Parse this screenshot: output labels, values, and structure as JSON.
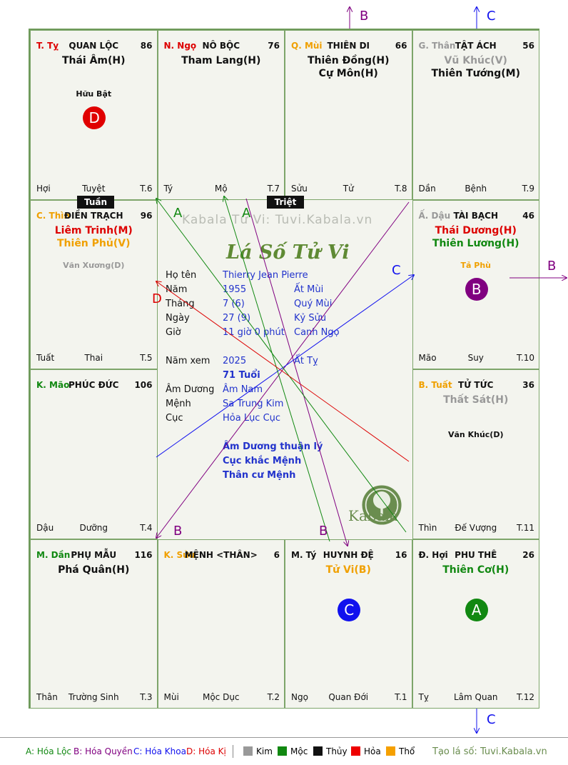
{
  "watermark": "Kabala Tử Vi: Tuvi.Kabala.vn",
  "logo_title": "Lá Số Tử Vi",
  "kabala_logo_text": "Kabala",
  "tags": {
    "tuan": "Tuần",
    "triet": "Triệt"
  },
  "palaces": {
    "ty_top": {
      "branch": "T. Tỵ",
      "branch_color": "#dd0000",
      "name": "QUAN LỘC",
      "number": "86",
      "main_stars": [
        {
          "text": "Thái Âm(H)",
          "color": "#111111"
        }
      ],
      "minor_stars": [
        {
          "text": "Hữu Bật",
          "color": "#111111"
        }
      ],
      "circle": {
        "letter": "D",
        "color": "#e00000"
      },
      "foot_left": "Hợi",
      "foot_mid": "Tuyệt",
      "foot_right": "T.6"
    },
    "ngo_top": {
      "branch": "N. Ngọ",
      "branch_color": "#dd0000",
      "name": "NÔ BỘC",
      "number": "76",
      "main_stars": [
        {
          "text": "Tham Lang(H)",
          "color": "#111111"
        }
      ],
      "minor_stars": [],
      "foot_left": "Tý",
      "foot_mid": "Mộ",
      "foot_right": "T.7"
    },
    "mui_top": {
      "branch": "Q. Mùi",
      "branch_color": "#f0a000",
      "name": "THIÊN DI",
      "number": "66",
      "main_stars": [
        {
          "text": "Thiên Đồng(H)",
          "color": "#111111"
        },
        {
          "text": "Cự Môn(H)",
          "color": "#111111"
        }
      ],
      "minor_stars": [],
      "foot_left": "Sửu",
      "foot_mid": "Tử",
      "foot_right": "T.8"
    },
    "than_top": {
      "branch": "G. Thân",
      "branch_color": "#999999",
      "name": "TẬT ÁCH",
      "number": "56",
      "main_stars": [
        {
          "text": "Vũ Khúc(V)",
          "color": "#999999"
        },
        {
          "text": "Thiên Tướng(M)",
          "color": "#111111"
        }
      ],
      "minor_stars": [],
      "foot_left": "Dần",
      "foot_mid": "Bệnh",
      "foot_right": "T.9"
    },
    "thin_left": {
      "branch": "C. Thìn",
      "branch_color": "#f0a000",
      "name": "ĐIỀN TRẠCH",
      "number": "96",
      "main_stars": [
        {
          "text": "Liêm Trinh(M)",
          "color": "#dd0000"
        },
        {
          "text": "Thiên Phủ(V)",
          "color": "#f0a000"
        }
      ],
      "minor_stars": [
        {
          "text": "Văn Xương(D)",
          "color": "#999999"
        }
      ],
      "foot_left": "Tuất",
      "foot_mid": "Thai",
      "foot_right": "T.5"
    },
    "dau_right": {
      "branch": "Ấ. Dậu",
      "branch_color": "#999999",
      "name": "TÀI BẠCH",
      "number": "46",
      "main_stars": [
        {
          "text": "Thái Dương(H)",
          "color": "#dd0000"
        },
        {
          "text": "Thiên Lương(H)",
          "color": "#118811"
        }
      ],
      "minor_stars": [
        {
          "text": "Tả Phù",
          "color": "#f0a000"
        }
      ],
      "circle": {
        "letter": "B",
        "color": "#800080"
      },
      "foot_left": "Mão",
      "foot_mid": "Suy",
      "foot_right": "T.10"
    },
    "mao_left": {
      "branch": "K. Mão",
      "branch_color": "#118811",
      "name": "PHÚC ĐỨC",
      "number": "106",
      "main_stars": [],
      "minor_stars": [],
      "foot_left": "Dậu",
      "foot_mid": "Dưỡng",
      "foot_right": "T.4"
    },
    "tuat_right": {
      "branch": "B. Tuất",
      "branch_color": "#f0a000",
      "name": "TỬ TỨC",
      "number": "36",
      "main_stars": [
        {
          "text": "Thất Sát(H)",
          "color": "#999999"
        }
      ],
      "minor_stars": [
        {
          "text": "Văn Khúc(D)",
          "color": "#111111"
        }
      ],
      "foot_left": "Thìn",
      "foot_mid": "Đế Vượng",
      "foot_right": "T.11"
    },
    "dan_bottom": {
      "branch": "M. Dần",
      "branch_color": "#118811",
      "name": "PHỤ MẪU",
      "number": "116",
      "main_stars": [
        {
          "text": "Phá Quân(H)",
          "color": "#111111"
        }
      ],
      "minor_stars": [],
      "foot_left": "Thân",
      "foot_mid": "Trường Sinh",
      "foot_right": "T.3"
    },
    "suu_bottom": {
      "branch": "K. Sửu",
      "branch_color": "#f0a000",
      "name": "MỆNH <THÂN>",
      "number": "6",
      "main_stars": [],
      "minor_stars": [],
      "foot_left": "Mùi",
      "foot_mid": "Mộc Dục",
      "foot_right": "T.2"
    },
    "ty_bottom": {
      "branch": "M. Tý",
      "branch_color": "#111111",
      "name": "HUYNH ĐỆ",
      "number": "16",
      "main_stars": [
        {
          "text": "Tử Vi(B)",
          "color": "#f0a000"
        }
      ],
      "minor_stars": [],
      "circle": {
        "letter": "C",
        "color": "#1010ee"
      },
      "foot_left": "Ngọ",
      "foot_mid": "Quan Đới",
      "foot_right": "T.1"
    },
    "hoi_bottom": {
      "branch": "Đ. Hợi",
      "branch_color": "#111111",
      "name": "PHU THÊ",
      "number": "26",
      "main_stars": [
        {
          "text": "Thiên Cơ(H)",
          "color": "#118811"
        }
      ],
      "minor_stars": [],
      "circle": {
        "letter": "A",
        "color": "#118811"
      },
      "foot_left": "Tỵ",
      "foot_mid": "Lâm Quan",
      "foot_right": "T.12"
    }
  },
  "center": {
    "ho_ten_label": "Họ tên",
    "ho_ten": "Thierry Jean Pierre",
    "nam_label": "Năm",
    "nam": "1955",
    "nam_can_chi": "Ất Mùi",
    "thang_label": "Tháng",
    "thang": "7  (6)",
    "thang_can_chi": "Quý Mùi",
    "ngay_label": "Ngày",
    "ngay": "27  (9)",
    "ngay_can_chi": "Kỷ Sửu",
    "gio_label": "Giờ",
    "gio": "11 giờ 0 phút",
    "gio_can_chi": "Canh Ngọ",
    "nam_xem_label": "Năm xem",
    "nam_xem": "2025",
    "nam_xem_can_chi": "Ất Tỵ",
    "tuoi": "71 Tuổi",
    "am_duong_label": "Âm Dương",
    "am_duong": "Âm Nam",
    "menh_label": "Mệnh",
    "menh": "Sa Trung Kim",
    "cuc_label": "Cục",
    "cuc": "Hỏa Lục Cục",
    "note1": "Âm Dương thuận lý",
    "note2": "Cục khắc Mệnh",
    "note3": "Thân cư Mệnh"
  },
  "arrow_labels": {
    "b_top": "B",
    "c_top": "C",
    "b_right": "B",
    "c_mid": "C",
    "a1": "A",
    "a2": "A",
    "d_left": "D",
    "b_bl": "B",
    "b_bc": "B",
    "c_bottom": "C"
  },
  "legend": {
    "hoa_loc": "A: Hóa Lộc",
    "hoa_quyen": "B: Hóa Quyền",
    "hoa_khoa": "C: Hóa Khoa",
    "hoa_ki": "D: Hóa Kị",
    "kim": "Kim",
    "moc": "Mộc",
    "thuy": "Thủy",
    "hoa": "Hỏa",
    "tho": "Thổ",
    "credit": "Tạo lá số: Tuvi.Kabala.vn"
  },
  "colors": {
    "hoa_loc": "#118811",
    "hoa_quyen": "#800080",
    "hoa_khoa": "#1010ee",
    "hoa_ki": "#dd0000",
    "kim": "#999999",
    "moc": "#118811",
    "thuy": "#111111",
    "hoa": "#ee0000",
    "tho": "#f5a000",
    "credit": "#6a8d4f"
  }
}
